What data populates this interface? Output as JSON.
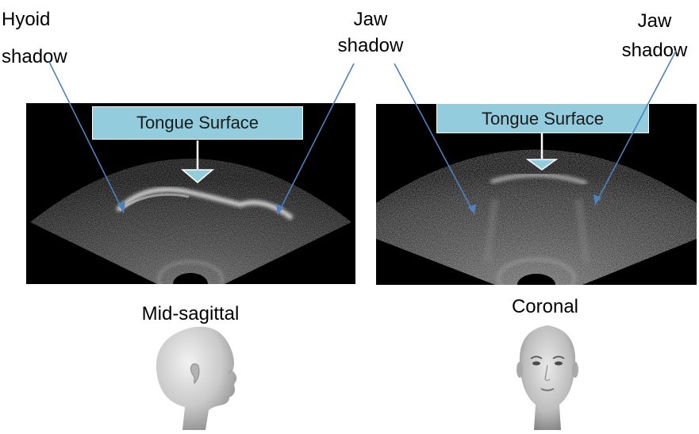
{
  "labels": {
    "hyoid_shadow": [
      "Hyoid",
      "shadow"
    ],
    "jaw_shadow_left": [
      "Jaw",
      "shadow"
    ],
    "jaw_shadow_right": [
      "Jaw",
      "shadow"
    ],
    "callout_left": "Tongue Surface",
    "callout_right": "Tongue Surface",
    "view_left": "Mid-sagittal",
    "view_right": "Coronal"
  },
  "colors": {
    "callout_fill": "#93cddd",
    "arrow_line": "#4f81bd",
    "pointer_fill": "#93cddd",
    "background": "#ffffff",
    "ultrasound_bg": "#000000"
  },
  "icons": {
    "left_head": "head-side-profile-icon",
    "right_head": "head-front-view-icon"
  }
}
